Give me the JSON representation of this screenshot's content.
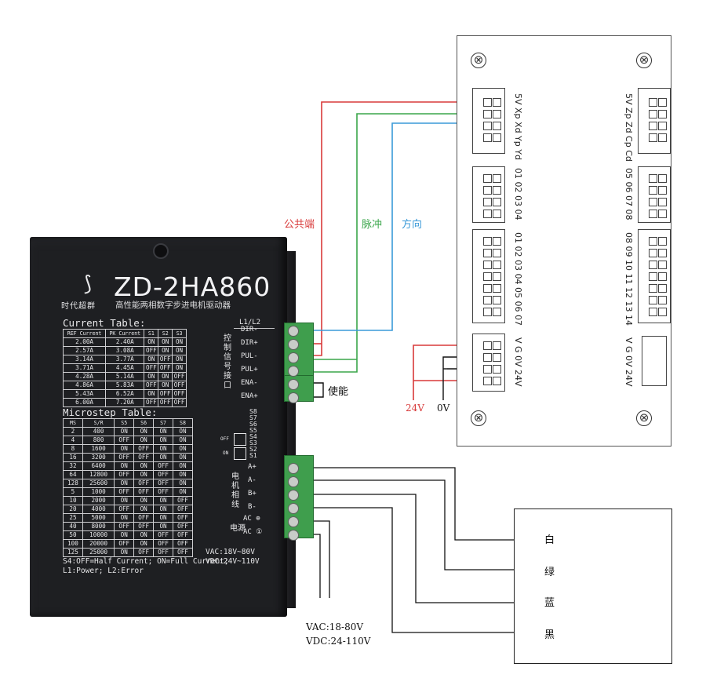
{
  "driver": {
    "brand_cn": "时代超群",
    "model": "ZD-2HA860",
    "subtitle": "高性能两相数字步进电机驱动器",
    "current_table_title": "Current Table:",
    "current_headers": [
      "REF Current",
      "PK Current",
      "S1",
      "S2",
      "S3"
    ],
    "current_rows": [
      [
        "2.00A",
        "2.40A",
        "ON",
        "ON",
        "ON"
      ],
      [
        "2.57A",
        "3.08A",
        "OFF",
        "ON",
        "ON"
      ],
      [
        "3.14A",
        "3.77A",
        "ON",
        "OFF",
        "ON"
      ],
      [
        "3.71A",
        "4.45A",
        "OFF",
        "OFF",
        "ON"
      ],
      [
        "4.28A",
        "5.14A",
        "ON",
        "ON",
        "OFF"
      ],
      [
        "4.86A",
        "5.83A",
        "OFF",
        "ON",
        "OFF"
      ],
      [
        "5.43A",
        "6.52A",
        "ON",
        "OFF",
        "OFF"
      ],
      [
        "6.00A",
        "7.20A",
        "OFF",
        "OFF",
        "OFF"
      ]
    ],
    "microstep_table_title": "Microstep Table:",
    "microstep_headers": [
      "MS",
      "S/R",
      "S5",
      "S6",
      "S7",
      "S8"
    ],
    "microstep_rows": [
      [
        "2",
        "400",
        "ON",
        "ON",
        "ON",
        "ON"
      ],
      [
        "4",
        "800",
        "OFF",
        "ON",
        "ON",
        "ON"
      ],
      [
        "8",
        "1600",
        "ON",
        "OFF",
        "ON",
        "ON"
      ],
      [
        "16",
        "3200",
        "OFF",
        "OFF",
        "ON",
        "ON"
      ],
      [
        "32",
        "6400",
        "ON",
        "ON",
        "OFF",
        "ON"
      ],
      [
        "64",
        "12800",
        "OFF",
        "ON",
        "OFF",
        "ON"
      ],
      [
        "128",
        "25600",
        "ON",
        "OFF",
        "OFF",
        "ON"
      ],
      [
        "5",
        "1000",
        "OFF",
        "OFF",
        "OFF",
        "ON"
      ],
      [
        "10",
        "2000",
        "ON",
        "ON",
        "ON",
        "OFF"
      ],
      [
        "20",
        "4000",
        "OFF",
        "ON",
        "ON",
        "OFF"
      ],
      [
        "25",
        "5000",
        "ON",
        "OFF",
        "ON",
        "OFF"
      ],
      [
        "40",
        "8000",
        "OFF",
        "OFF",
        "ON",
        "OFF"
      ],
      [
        "50",
        "10000",
        "ON",
        "ON",
        "OFF",
        "OFF"
      ],
      [
        "100",
        "20000",
        "OFF",
        "ON",
        "OFF",
        "OFF"
      ],
      [
        "125",
        "25000",
        "ON",
        "OFF",
        "OFF",
        "OFF"
      ]
    ],
    "note_line1": "S4:OFF=Half Current; ON=Full Current;",
    "note_line2": "L1:Power;  L2:Error",
    "vac": "VAC:18V~80V",
    "vdc": "VDC:24V~110V",
    "led_label": "L1/L2",
    "control_port_label": [
      "控",
      "制",
      "信",
      "号",
      "接",
      "口"
    ],
    "motor_phase_label": [
      "电",
      "机",
      "相",
      "线"
    ],
    "power_label": "电源",
    "signal_terminals": [
      "DIR-",
      "DIR+",
      "PUL-",
      "PUL+",
      "ENA-",
      "ENA+"
    ],
    "motor_terminals": [
      "A+",
      "A-",
      "B+",
      "B-"
    ],
    "ac_terminals": [
      "AC ⊕",
      "AC ①"
    ],
    "switch_labels": [
      "S8",
      "S7",
      "S6",
      "S5",
      "S4",
      "S3",
      "S2",
      "S1"
    ],
    "off_label": "OFF",
    "on_label": "ON"
  },
  "annotations": {
    "common": "公共端",
    "pulse": "脉冲",
    "direction": "方向",
    "enable": "使能",
    "v24": "24V",
    "v0": "0V",
    "vac_range": "VAC:18-80V",
    "vdc_range": "VDC:24-110V"
  },
  "board": {
    "labels": {
      "l1": "5V Xp Xd Yp Yd",
      "l2": "01 02 03 04",
      "l3": "01 02 03 04 05 06 07",
      "l4": "V G 0V 24V",
      "r1": "5V Zp Zd Cp Cd",
      "r2": "05 06 07 08",
      "r3": "08 09 10 11 12 13 14",
      "r4": "V G 0V 24V"
    }
  },
  "motor": {
    "wire_colors": [
      "白",
      "绿",
      "蓝",
      "黑"
    ]
  },
  "colors": {
    "common_wire": "#d83a3a",
    "pulse_wire": "#3aa64a",
    "direction_wire": "#3a9ad8",
    "wire_black": "#111111"
  }
}
